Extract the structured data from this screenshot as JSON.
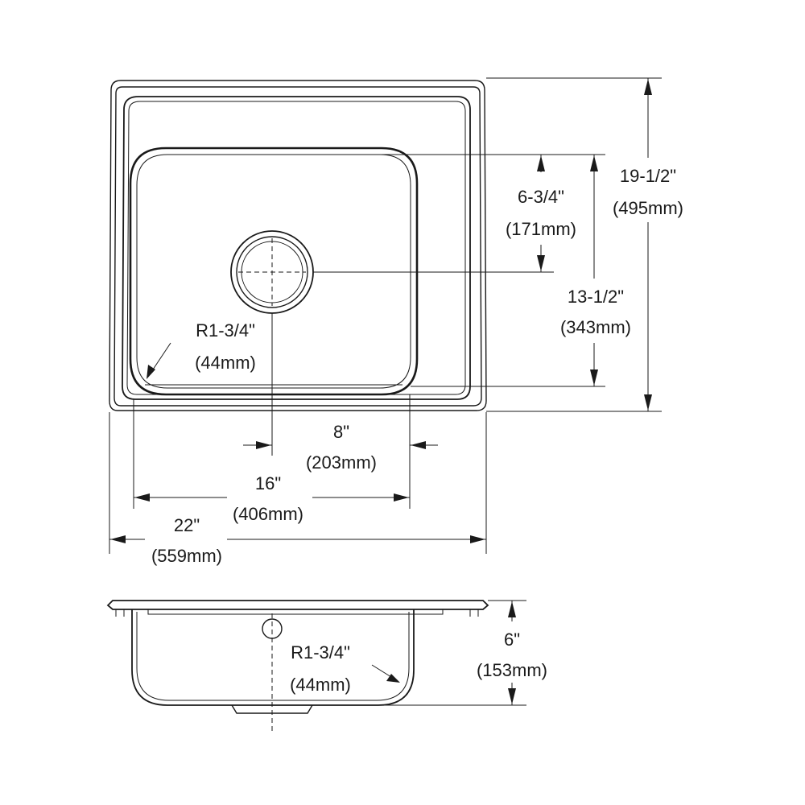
{
  "top_view": {
    "depth_to_drain": {
      "inches": "6-3/4\"",
      "mm": "(171mm)"
    },
    "bowl_length": {
      "inches": "13-1/2\"",
      "mm": "(343mm)"
    },
    "overall_length": {
      "inches": "19-1/2\"",
      "mm": "(495mm)"
    },
    "corner_radius": {
      "inches": "R1-3/4\"",
      "mm": "(44mm)"
    },
    "drain_offset": {
      "inches": "8\"",
      "mm": "(203mm)"
    },
    "bowl_width": {
      "inches": "16\"",
      "mm": "(406mm)"
    },
    "overall_width": {
      "inches": "22\"",
      "mm": "(559mm)"
    }
  },
  "side_view": {
    "corner_radius": {
      "inches": "R1-3/4\"",
      "mm": "(44mm)"
    },
    "bowl_depth": {
      "inches": "6\"",
      "mm": "(153mm)"
    }
  }
}
